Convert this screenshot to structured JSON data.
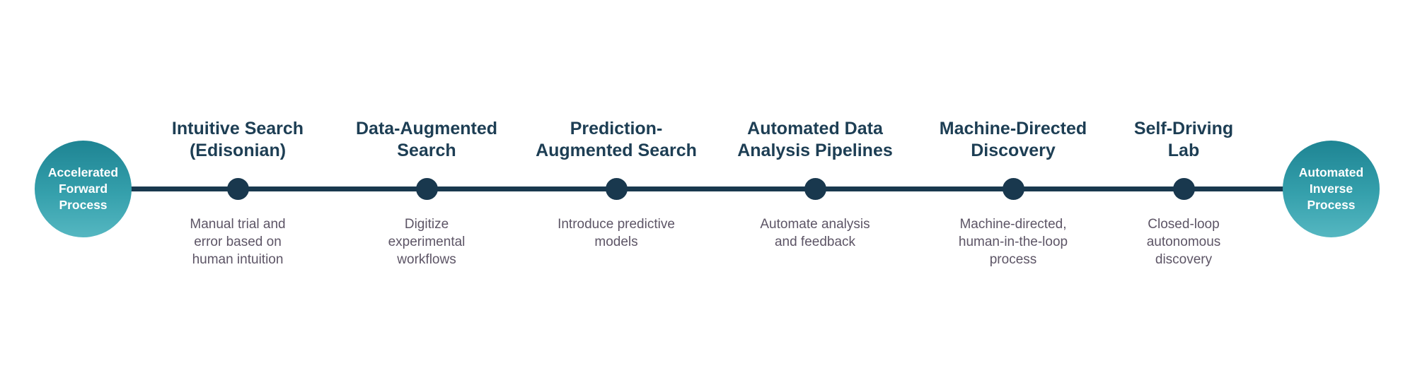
{
  "diagram": {
    "type": "horizontal-timeline",
    "colors": {
      "title_navy": "#1d3e54",
      "line_navy": "#19384e",
      "subtitle_gray_purple": "#5d5566",
      "circle_teal_top": "#1e8493",
      "circle_teal_bottom": "#55b7c1",
      "circle_text": "#ffffff"
    },
    "endpoints": {
      "left": {
        "label": "Accelerated\nForward\nProcess"
      },
      "right": {
        "label": "Automated\nInverse\nProcess"
      }
    },
    "timeline": {
      "stages": [
        {
          "title": "Intuitive Search\n(Edisonian)",
          "subtitle": "Manual trial and\nerror based on\nhuman intuition"
        },
        {
          "title": "Data-Augmented\nSearch",
          "subtitle": "Digitize\nexperimental\nworkflows"
        },
        {
          "title": "Prediction-\nAugmented Search",
          "subtitle": "Introduce predictive\nmodels"
        },
        {
          "title": "Automated Data\nAnalysis Pipelines",
          "subtitle": "Automate analysis\nand feedback"
        },
        {
          "title": "Machine-Directed\nDiscovery",
          "subtitle": "Machine-directed,\nhuman-in-the-loop\nprocess"
        },
        {
          "title": "Self-Driving\nLab",
          "subtitle": "Closed-loop\nautonomous\ndiscovery"
        }
      ]
    }
  }
}
